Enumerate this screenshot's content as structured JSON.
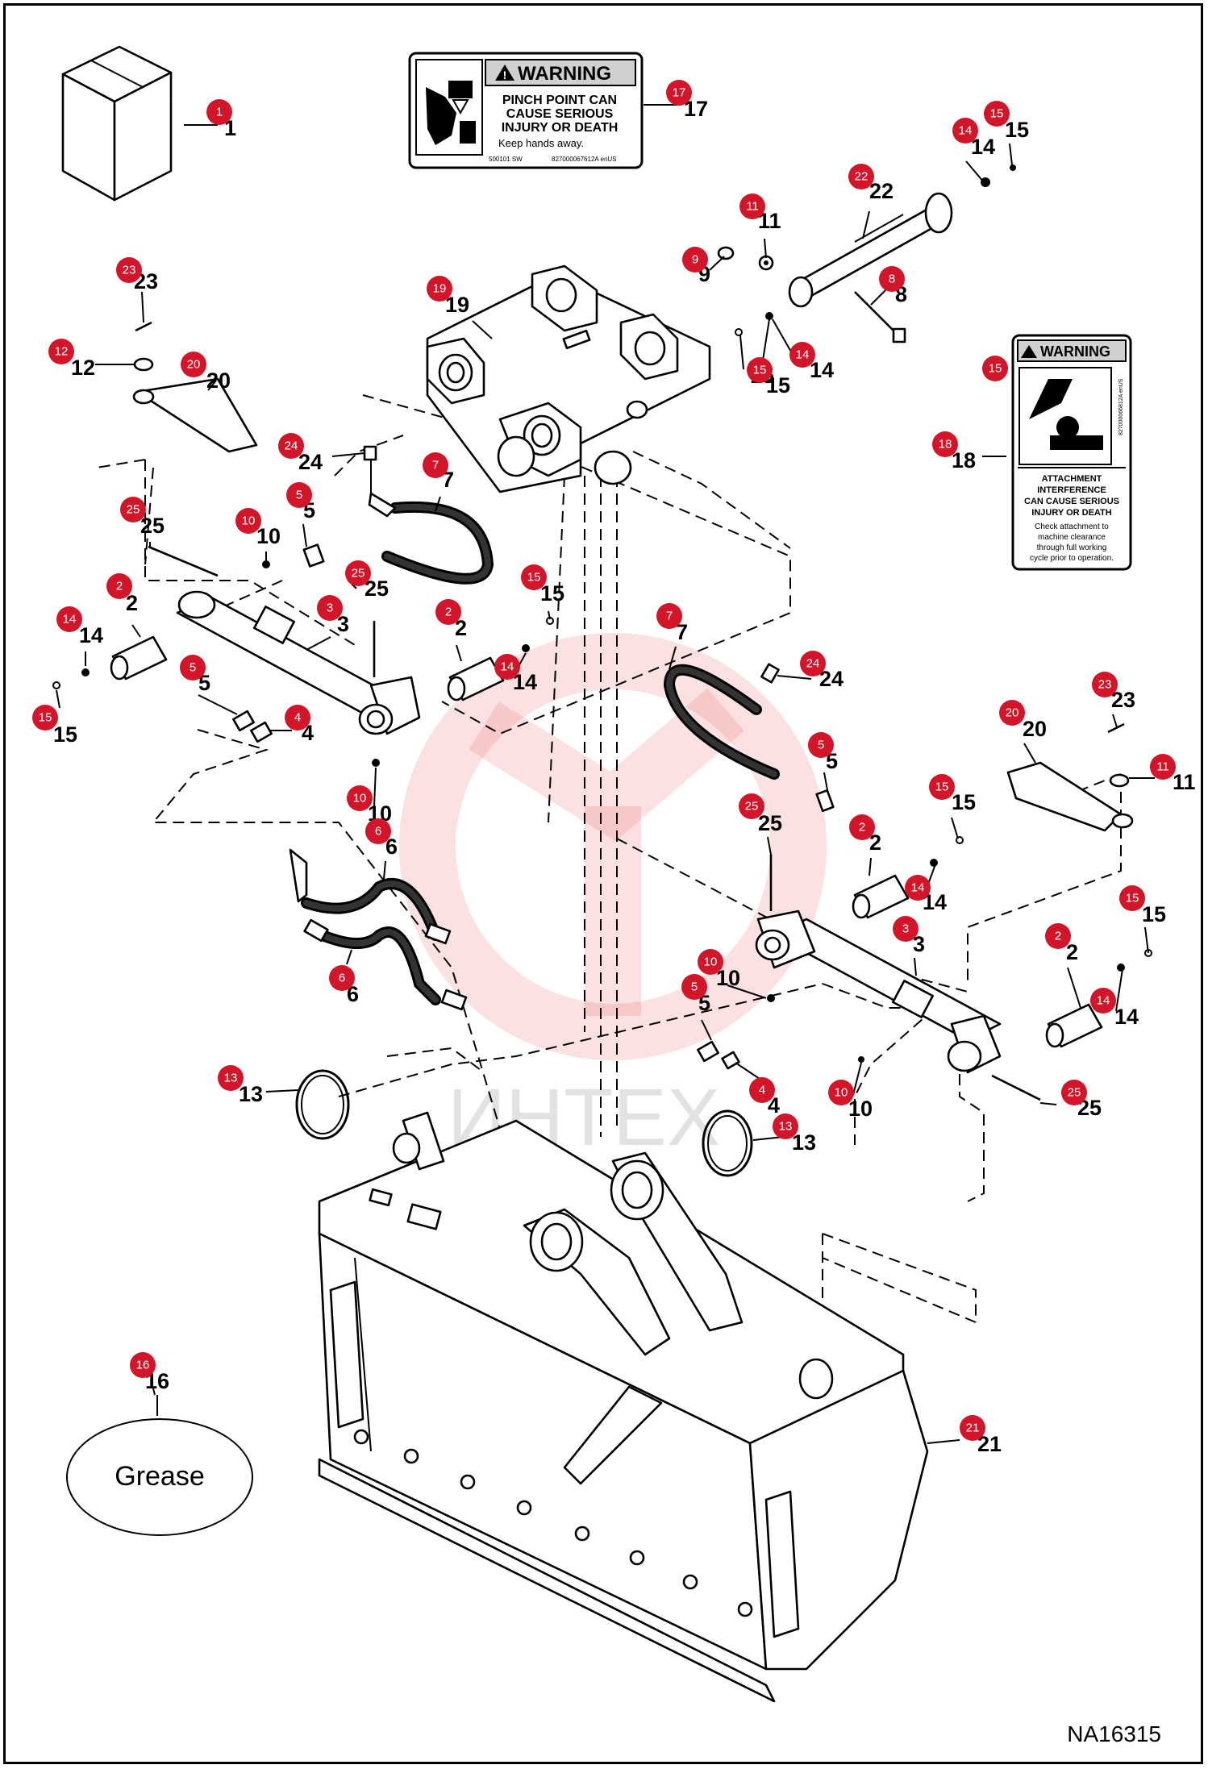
{
  "drawing_id": "NA16315",
  "grease_label": "Grease",
  "watermark_text": "ИНТЕХ",
  "badge_color": "#d3152a",
  "warning_decal_17": {
    "header": "WARNING",
    "line1": "PINCH POINT CAN",
    "line2": "CAUSE SERIOUS",
    "line3": "INJURY OR DEATH",
    "line4": "Keep hands away.",
    "code_left": "500101 SW",
    "code_right": "827000067612A enUS"
  },
  "warning_decal_18": {
    "header": "WARNING",
    "line1": "ATTACHMENT",
    "line2": "INTERFERENCE",
    "line3": "CAN CAUSE SERIOUS",
    "line4": "INJURY OR DEATH",
    "line5": "Check attachment to",
    "line6": "machine clearance",
    "line7": "through full working",
    "line8": "cycle prior to operation.",
    "side_code": "827000066812A enUS"
  },
  "callouts": [
    {
      "n": "1"
    },
    {
      "n": "17"
    },
    {
      "n": "14"
    },
    {
      "n": "15"
    },
    {
      "n": "15"
    },
    {
      "n": "11"
    },
    {
      "n": "22"
    },
    {
      "n": "9"
    },
    {
      "n": "8"
    },
    {
      "n": "19"
    },
    {
      "n": "15"
    },
    {
      "n": "14"
    },
    {
      "n": "23"
    },
    {
      "n": "12"
    },
    {
      "n": "20"
    },
    {
      "n": "18"
    },
    {
      "n": "24"
    },
    {
      "n": "7"
    },
    {
      "n": "25"
    },
    {
      "n": "10"
    },
    {
      "n": "5"
    },
    {
      "n": "25"
    },
    {
      "n": "15"
    },
    {
      "n": "2"
    },
    {
      "n": "3"
    },
    {
      "n": "2"
    },
    {
      "n": "14"
    },
    {
      "n": "14"
    },
    {
      "n": "5"
    },
    {
      "n": "4"
    },
    {
      "n": "15"
    },
    {
      "n": "7"
    },
    {
      "n": "24"
    },
    {
      "n": "5"
    },
    {
      "n": "23"
    },
    {
      "n": "20"
    },
    {
      "n": "11"
    },
    {
      "n": "10"
    },
    {
      "n": "6"
    },
    {
      "n": "25"
    },
    {
      "n": "15"
    },
    {
      "n": "2"
    },
    {
      "n": "14"
    },
    {
      "n": "3"
    },
    {
      "n": "15"
    },
    {
      "n": "2"
    },
    {
      "n": "14"
    },
    {
      "n": "6"
    },
    {
      "n": "10"
    },
    {
      "n": "5"
    },
    {
      "n": "13"
    },
    {
      "n": "4"
    },
    {
      "n": "10"
    },
    {
      "n": "25"
    },
    {
      "n": "13"
    },
    {
      "n": "16"
    },
    {
      "n": "21"
    }
  ]
}
